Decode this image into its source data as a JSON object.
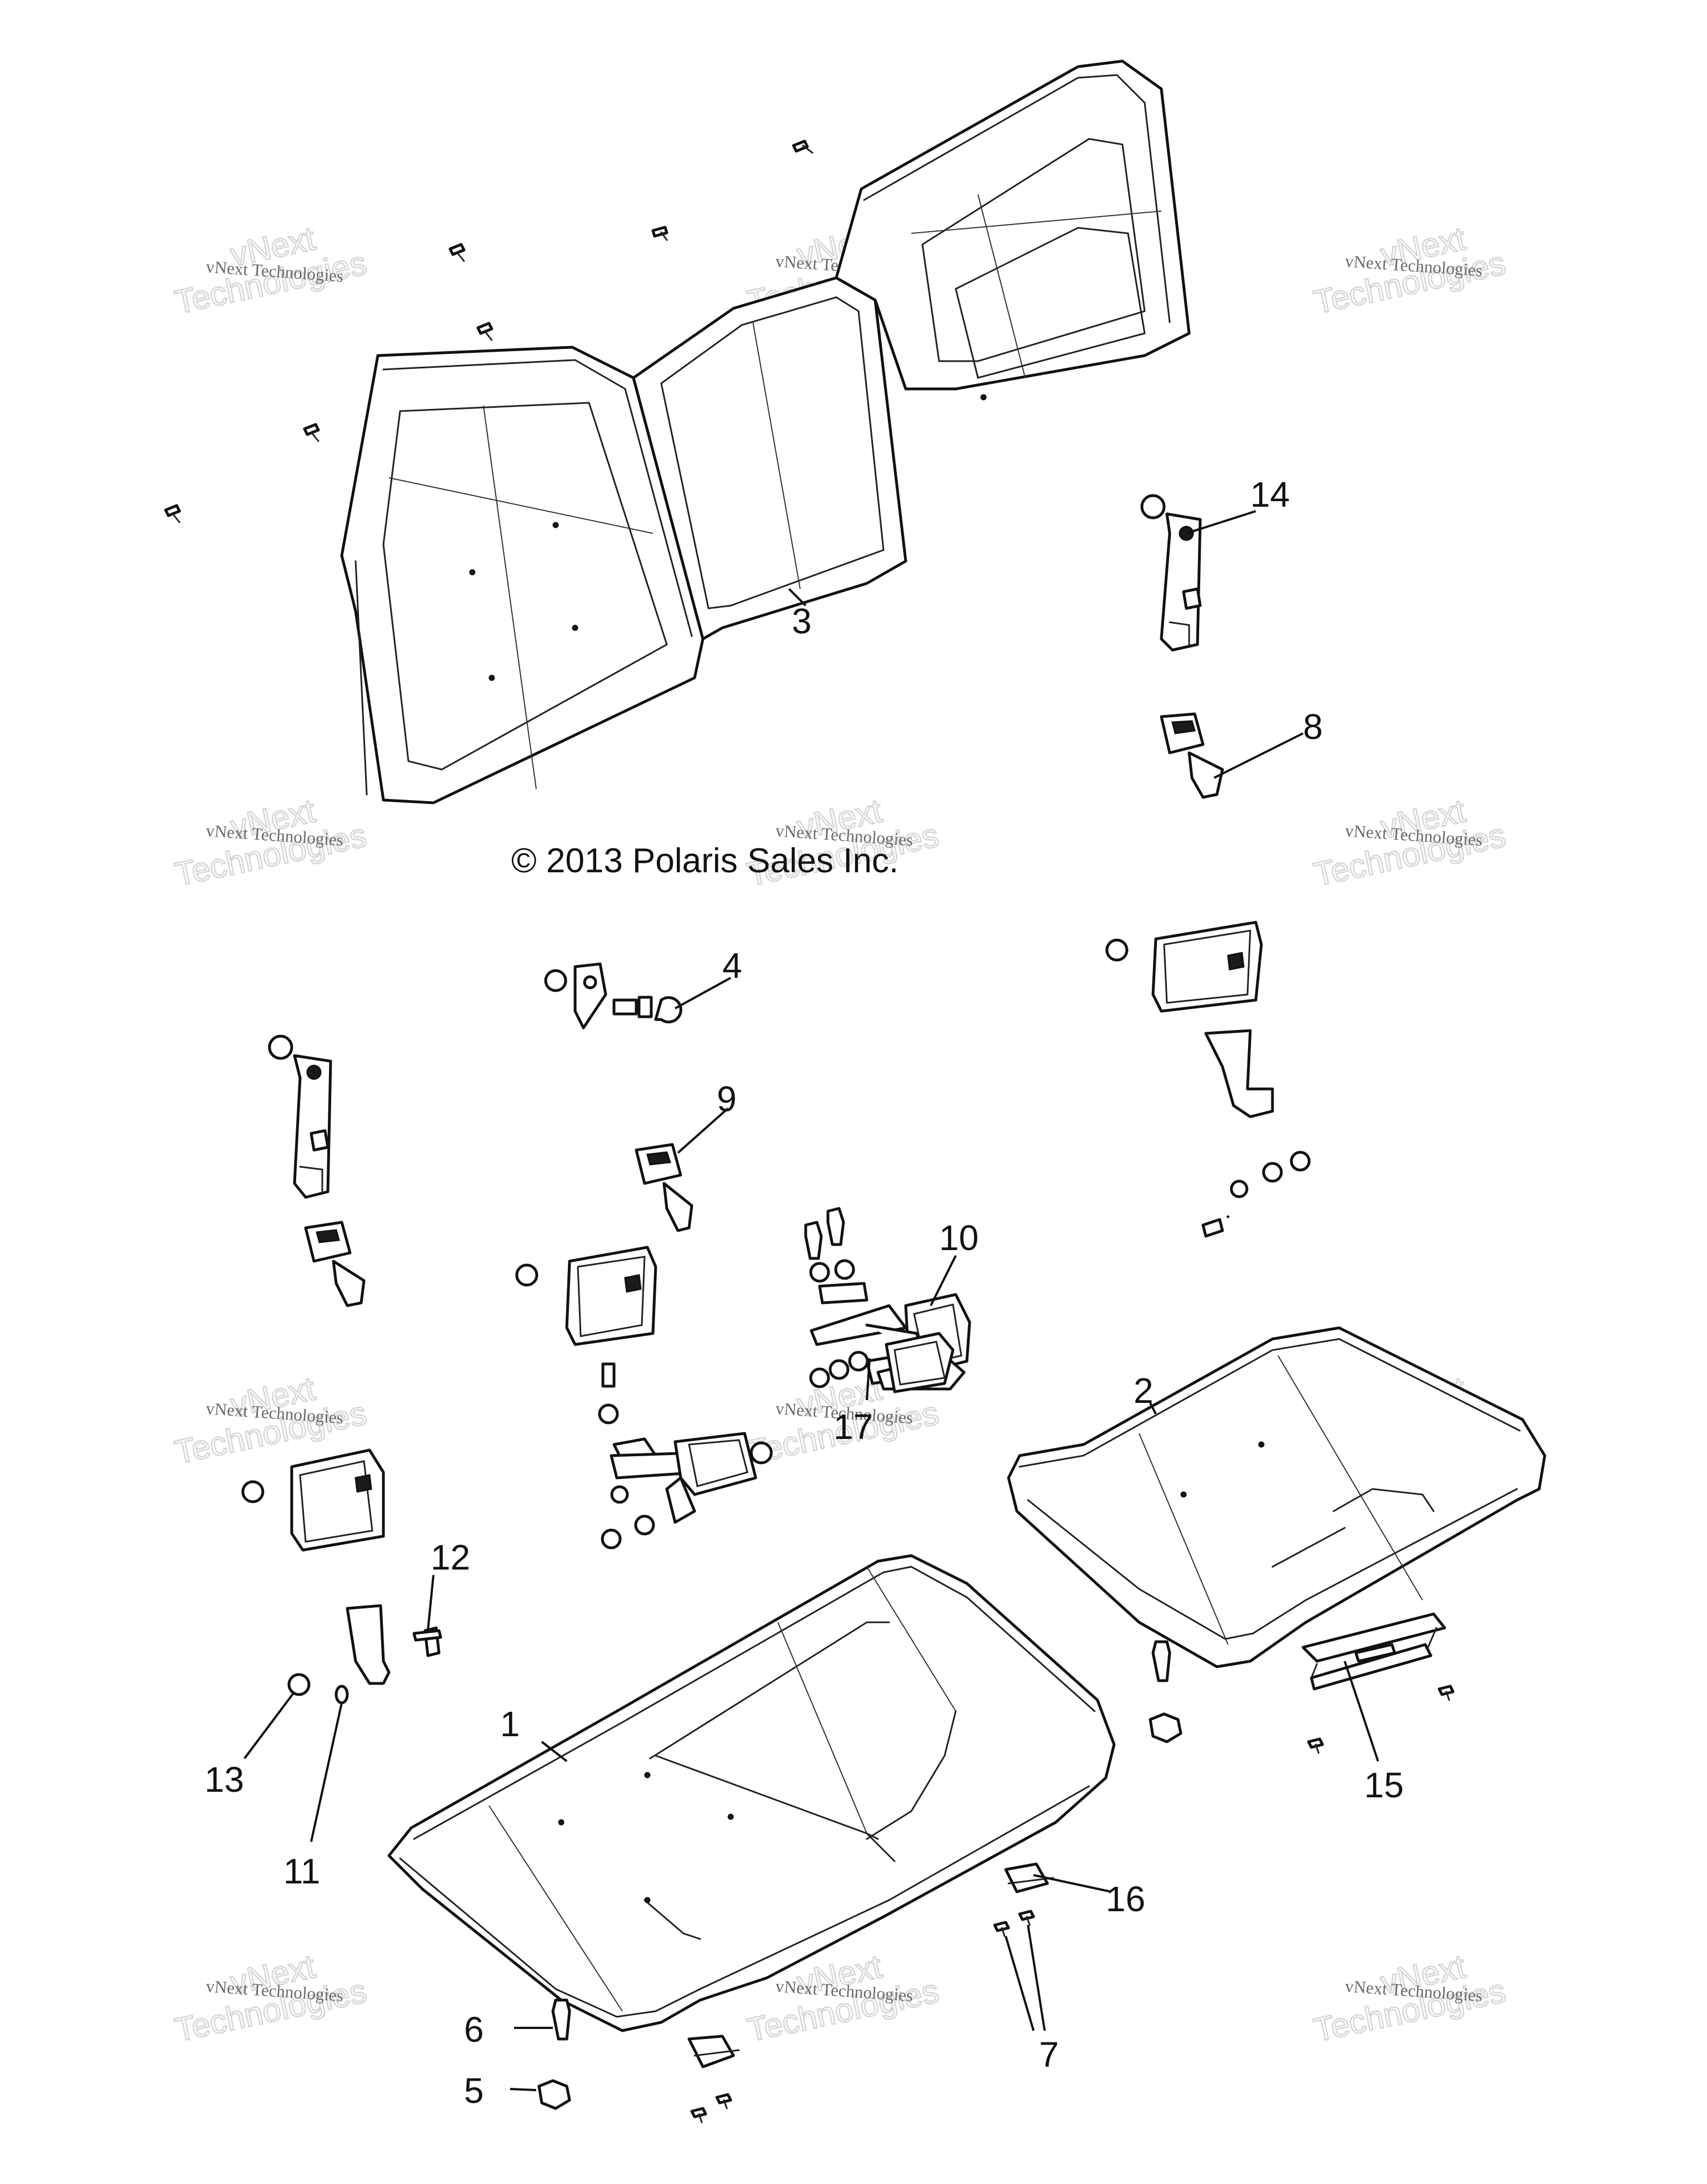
{
  "copyright": "© 2013 Polaris Sales Inc.",
  "watermark": {
    "line_small": "vNext Technologies",
    "line_big_1": "vNext",
    "line_big_2": "Technologies"
  },
  "callouts": {
    "c1": "1",
    "c2": "2",
    "c3": "3",
    "c4": "4",
    "c5": "5",
    "c6": "6",
    "c7": "7",
    "c8": "8",
    "c9": "9",
    "c10": "10",
    "c11": "11",
    "c12": "12",
    "c13": "13",
    "c14": "14",
    "c15": "15",
    "c16": "16",
    "c17": "17"
  }
}
